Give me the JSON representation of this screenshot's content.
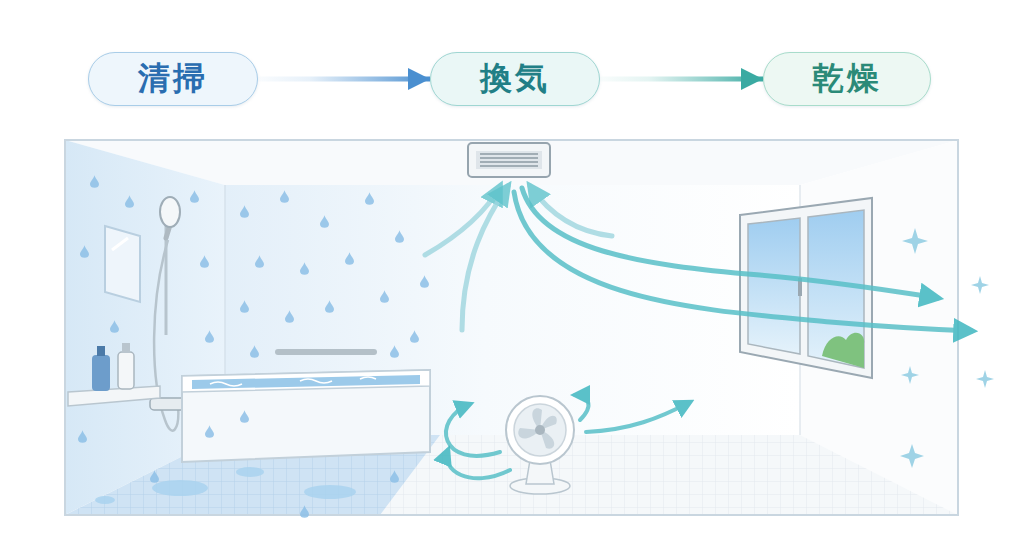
{
  "diagram": {
    "nodes": [
      {
        "text": [
          "清掃"
        ]
      },
      {
        "text": [
          "換気"
        ]
      },
      {
        "text": [
          "乾燥"
        ]
      }
    ],
    "edges": [
      {
        "from": 0,
        "to": 1,
        "arrow": "to"
      },
      {
        "from": 1,
        "to": 2,
        "arrow": "to"
      }
    ]
  }
}
